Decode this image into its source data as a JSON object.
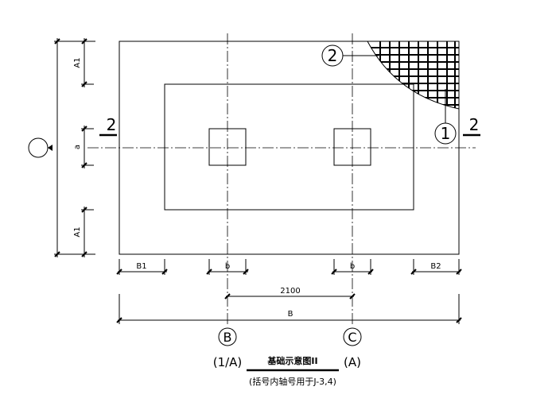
{
  "dims": {
    "left_a1_top": "A1",
    "left_a": "a",
    "left_a1_bottom": "A1",
    "bottom_b1": "B1",
    "bottom_b_left": "b",
    "bottom_b_right": "b",
    "bottom_b2": "B2",
    "span_2100": "2100",
    "overall_b": "B"
  },
  "callouts": {
    "rebar_2": "2",
    "rebar_1": "1"
  },
  "section": {
    "left": "2",
    "right": "2"
  },
  "axes": {
    "b_label": "B",
    "c_label": "C",
    "alt_left": "(1/A)",
    "alt_right": "(A)"
  },
  "title": {
    "main": "基础示意图II",
    "note": "(括号内轴号用于J-3,4)"
  }
}
